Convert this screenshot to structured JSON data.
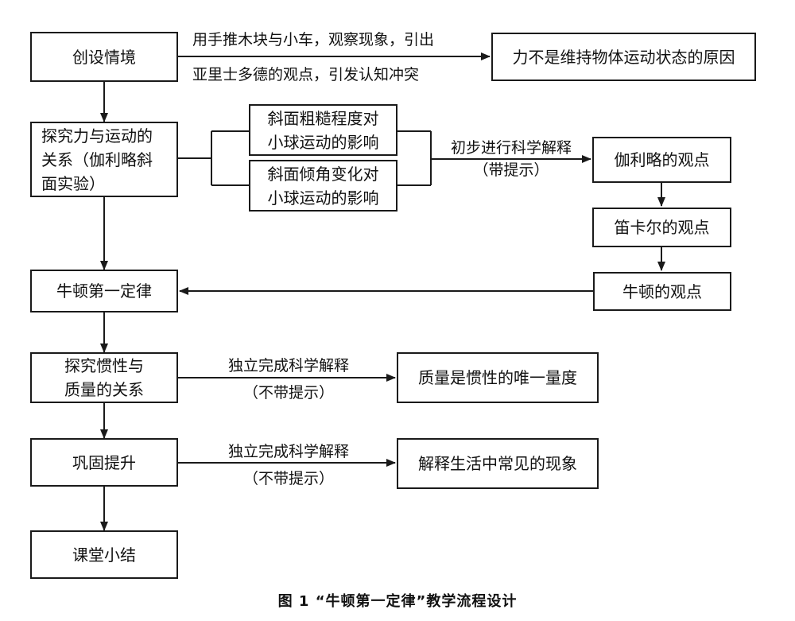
{
  "boxes": {
    "create_scene": "创设情境",
    "force_not_cause": "力不是维持物体运动状态的原因",
    "explore_force_motion": [
      "探究力与运动的",
      "关系（伽利略斜",
      "面实验）"
    ],
    "slope_roughness": [
      "斜面粗糙程度对",
      "小球运动的影响"
    ],
    "slope_angle": [
      "斜面倾角变化对",
      "小球运动的影响"
    ],
    "galileo_view": "伽利略的观点",
    "descartes_view": "笛卡尔的观点",
    "newton_view": "牛顿的观点",
    "newton_first_law": "牛顿第一定律",
    "explore_inertia_mass": [
      "探究惯性与",
      "质量的关系"
    ],
    "mass_measure_inertia": "质量是惯性的唯一量度",
    "consolidate": "巩固提升",
    "explain_phenomena": "解释生活中常见的现象",
    "summary": "课堂小结"
  },
  "labels": {
    "push_experiment": [
      "用手推木块与小车，观察现象，引出",
      "亚里士多德的观点，引发认知冲突"
    ],
    "initial_explain": [
      "初步进行科学解释",
      "（带提示）"
    ],
    "independent_explain_1": [
      "独立完成科学解释",
      "（不带提示）"
    ],
    "independent_explain_2": [
      "独立完成科学解释",
      "（不带提示）"
    ]
  },
  "caption": "图 1  “牛顿第一定律”教学流程设计"
}
